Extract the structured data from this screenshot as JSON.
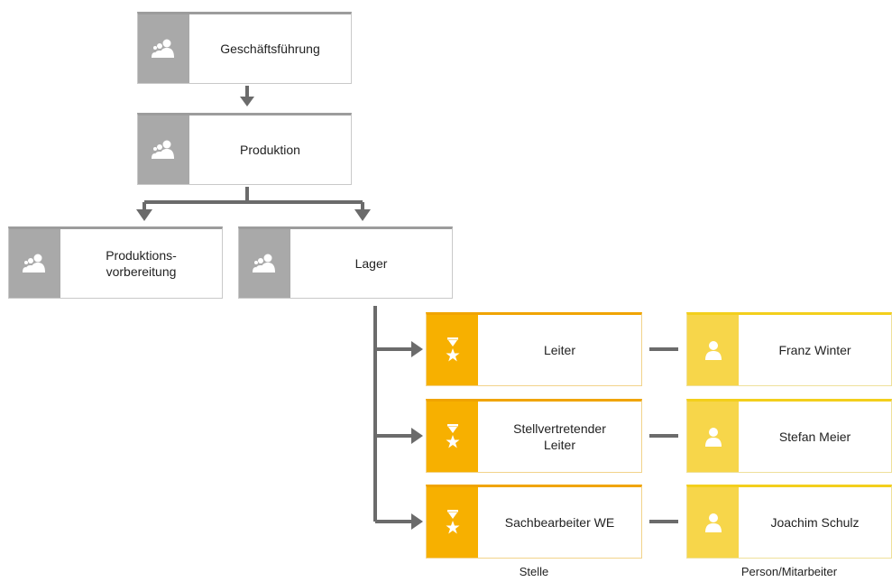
{
  "org_units": {
    "management": "Geschäftsführung",
    "production": "Produktion",
    "production_prep": "Produktions-\nvorbereitung",
    "warehouse": "Lager"
  },
  "roles": [
    "Leiter",
    "Stellvertretender\nLeiter",
    "Sachbearbeiter WE"
  ],
  "persons": [
    "Franz Winter",
    "Stefan Meier",
    "Joachim Schulz"
  ],
  "column_labels": {
    "roles": "Stelle",
    "persons": "Person/Mitarbeiter"
  },
  "icons": {
    "org_unit": "group-icon",
    "role": "position-star-icon",
    "person": "person-icon"
  },
  "colors": {
    "org_icon_bg": "#a9a9a9",
    "role_icon_bg": "#f7b000",
    "person_icon_bg": "#f7d64a",
    "connector": "#6b6b6b"
  }
}
